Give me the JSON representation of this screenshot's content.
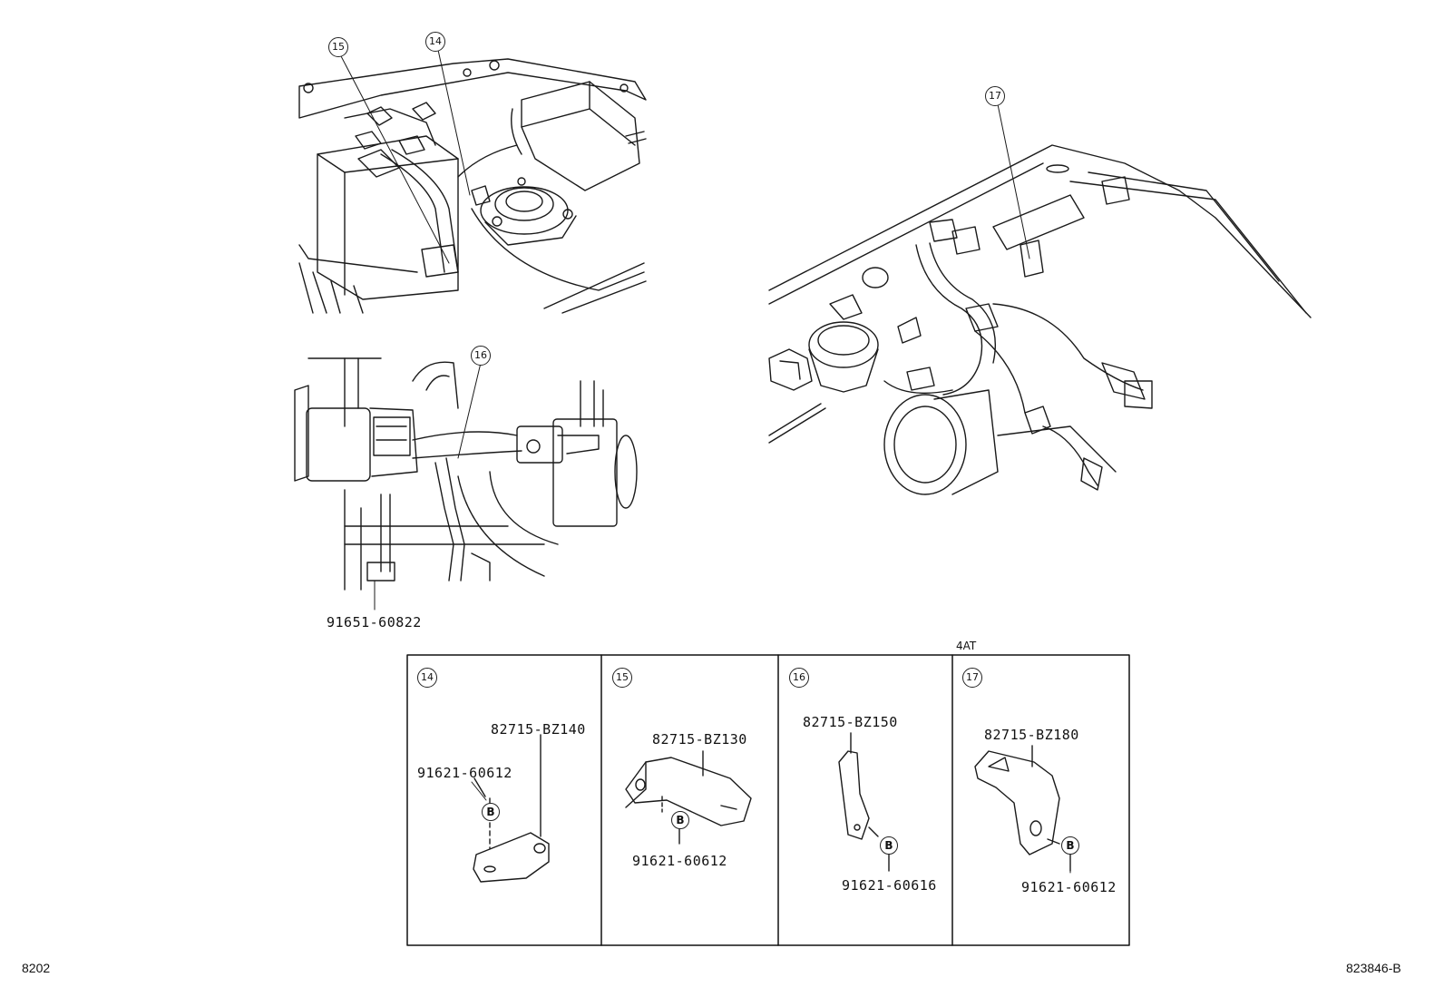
{
  "callouts": {
    "c14": "14",
    "c15": "15",
    "c16": "16",
    "c17": "17"
  },
  "parts": {
    "clamp_top_left": "91651-60822"
  },
  "variant_label": "4AT",
  "table": {
    "cells": [
      {
        "callout": "14",
        "bracket": "82715-BZ140",
        "bolt": "91621-60612",
        "bolt_mark": "B"
      },
      {
        "callout": "15",
        "bracket": "82715-BZ130",
        "bolt": "91621-60612",
        "bolt_mark": "B"
      },
      {
        "callout": "16",
        "bracket": "82715-BZ150",
        "bolt": "91621-60616",
        "bolt_mark": "B"
      },
      {
        "callout": "17",
        "bracket": "82715-BZ180",
        "bolt": "91621-60612",
        "bolt_mark": "B"
      }
    ]
  },
  "footer": {
    "left_code": "8202",
    "right_code": "823846-B"
  }
}
